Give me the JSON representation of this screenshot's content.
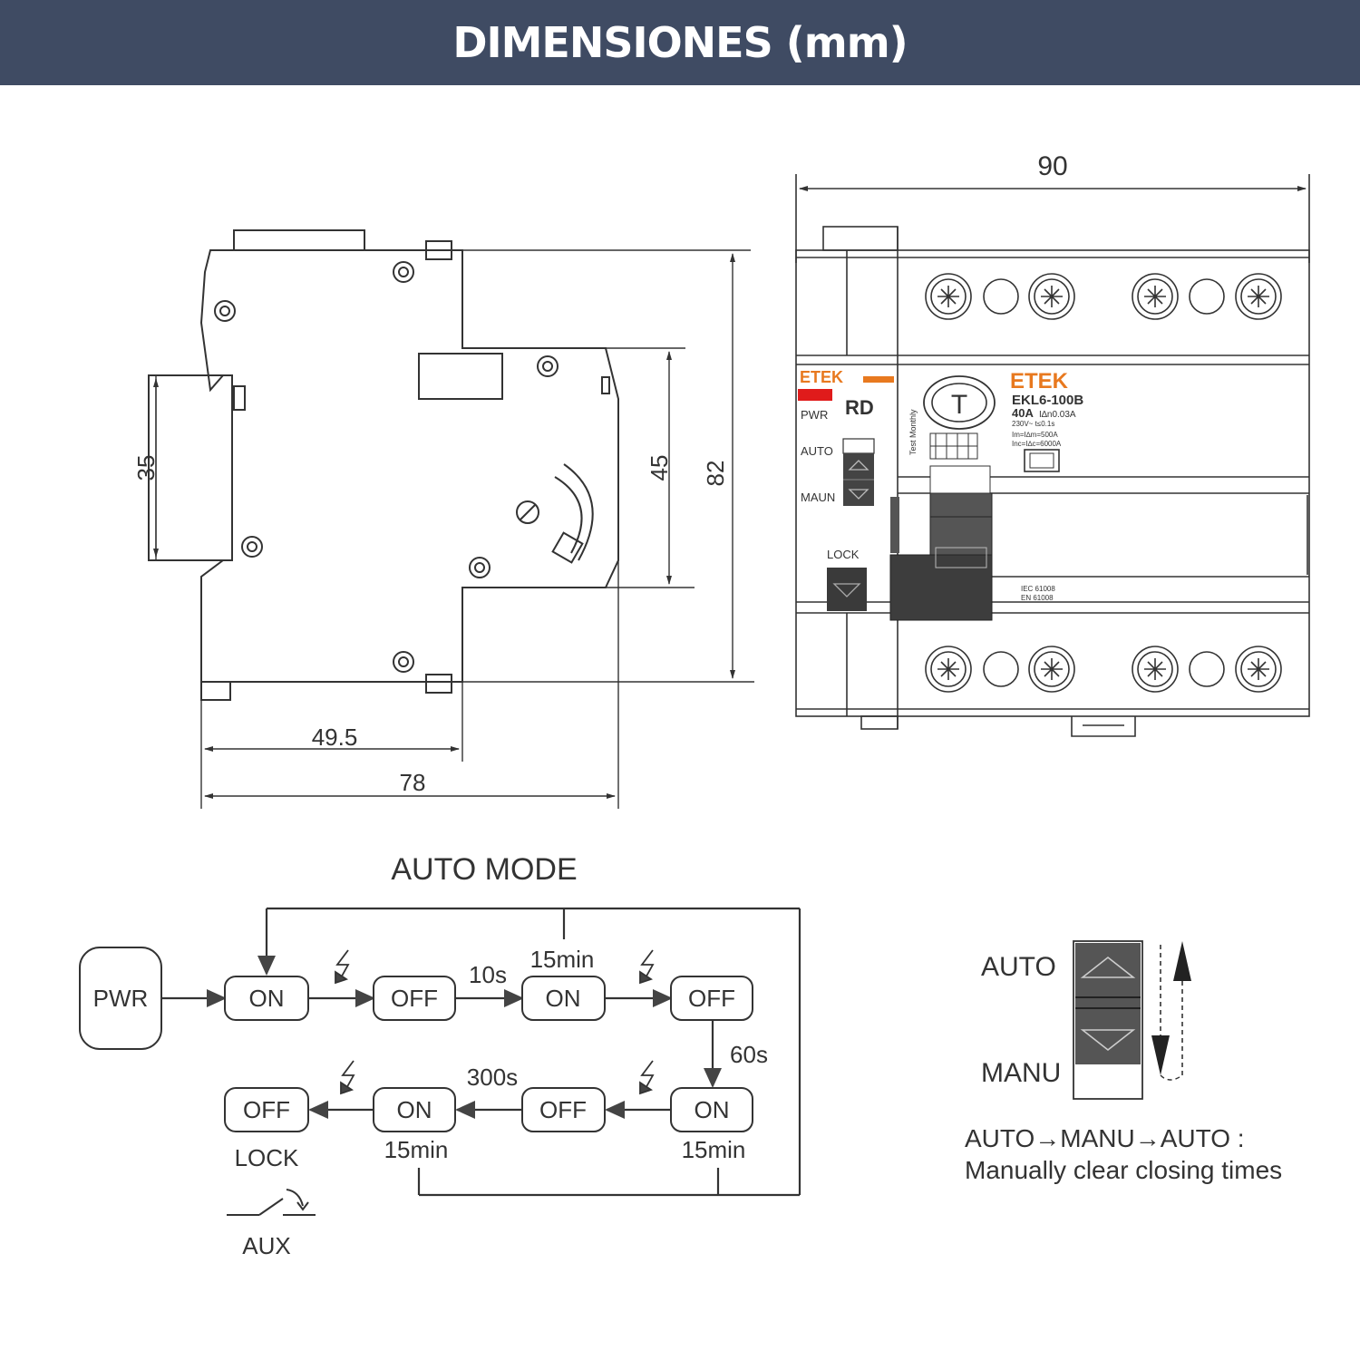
{
  "header": {
    "title": "DIMENSIONES (mm)",
    "background": "#3f4b63"
  },
  "side_view": {
    "dim_height_total": "82",
    "dim_height_module": "45",
    "dim_rail": "35",
    "dim_depth_front": "49.5",
    "dim_depth_total": "78"
  },
  "front_view": {
    "dim_width": "90",
    "brand": "ETEK",
    "rd_label": "RD",
    "pwr_label": "PWR",
    "auto_label": "AUTO",
    "maun_label": "MAUN",
    "lock_label": "LOCK",
    "test_label": "Test Monthly",
    "test_button": "T",
    "model": "EKL6-100B",
    "rating": "40A",
    "sensitivity": "I∆n0.03A",
    "spec_voltage": "230V~  t≤0.1s",
    "spec_im": "Im=I∆m=500A",
    "spec_inc": "Inc=I∆c=6000A",
    "std_1": "IEC 61008",
    "std_2": "EN 61008",
    "accent_color": "#e8791f",
    "pwr_led_color": "#e01b1b"
  },
  "auto_mode": {
    "title": "AUTO MODE",
    "pwr": "PWR",
    "row1": [
      "ON",
      "OFF",
      "ON",
      "OFF"
    ],
    "row2": [
      "OFF",
      "ON",
      "OFF",
      "ON"
    ],
    "t_10s": "10s",
    "t_15min_top": "15min",
    "t_60s": "60s",
    "t_300s": "300s",
    "t_15min_mid": "15min",
    "t_15min_right": "15min",
    "lock": "LOCK",
    "aux": "AUX"
  },
  "switch_legend": {
    "auto": "AUTO",
    "manu": "MANU",
    "note_line1": "AUTO→MANU→AUTO :",
    "note_line2": "Manually clear closing times"
  }
}
